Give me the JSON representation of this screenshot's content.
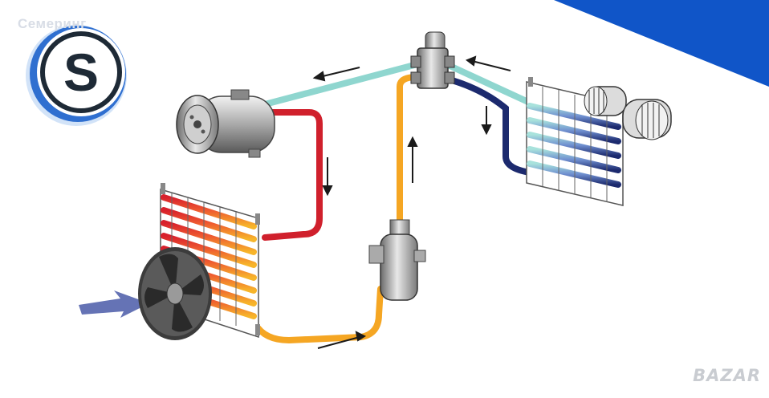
{
  "brand": {
    "name": "Семеринг",
    "logo_letter": "S",
    "watermark": "BAZAR"
  },
  "colors": {
    "corner_accent": "#1055c8",
    "hot_gas_line": "#d0202c",
    "liquid_line": "#f5a623",
    "cold_line": "#1c2a6e",
    "suction_line": "#98dcd6",
    "air_flow": "#4a5aa8"
  },
  "components": [
    "compressor-icon",
    "condenser-icon",
    "fan-icon",
    "receiver-drier-icon",
    "expansion-valve-icon",
    "evaporator-icon",
    "blower-icon"
  ]
}
